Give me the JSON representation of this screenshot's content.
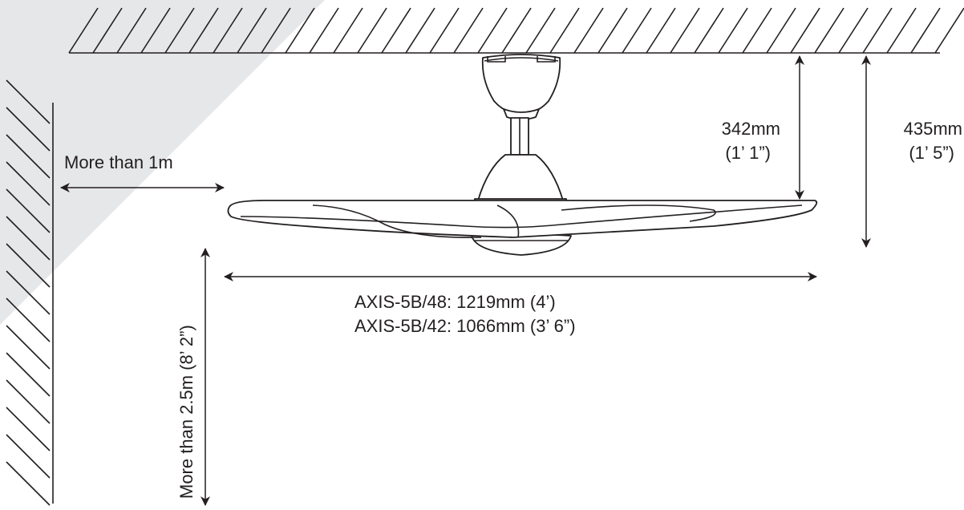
{
  "diagram": {
    "labels": {
      "clearance_wall": "More than 1m",
      "clearance_floor": "More than 2.5m (8’ 2”)",
      "drop_mm": "342mm",
      "drop_ft": "(1’ 1”)",
      "total_mm": "435mm",
      "total_ft": "(1’ 5”)",
      "span_48": "AXIS-5B/48: 1219mm  (4’)",
      "span_42": "AXIS-5B/42: 1066mm  (3’ 6”)"
    },
    "colors": {
      "line": "#231f20",
      "shade": "#e6e7e8",
      "background": "#ffffff"
    }
  }
}
